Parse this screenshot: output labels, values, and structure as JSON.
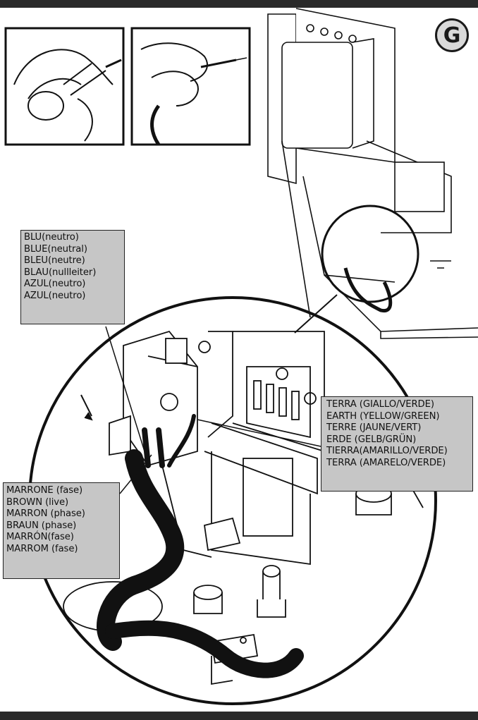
{
  "step_badge": "G",
  "neutral_label": {
    "lines": [
      "BLU(neutro)",
      "BLUE(neutral)",
      "BLEU(neutre)",
      "BLAU(nullleiter)",
      "AZUL(neutro)",
      "AZUL(neutro)"
    ]
  },
  "earth_label": {
    "lines": [
      "TERRA (GIALLO/VERDE)",
      "EARTH (YELLOW/GREEN)",
      "TERRE  (JAUNE/VERT)",
      "ERDE   (GELB/GRÜN)",
      "TIERRA(AMARILLO/VERDE)",
      "TERRA  (AMARELO/VERDE)"
    ]
  },
  "live_label": {
    "lines": [
      "MARRONE (fase)",
      "BROWN (live)",
      "MARRON (phase)",
      "BRAUN (phase)",
      "MARRÓN(fase)",
      "MARROM (fase)"
    ]
  }
}
